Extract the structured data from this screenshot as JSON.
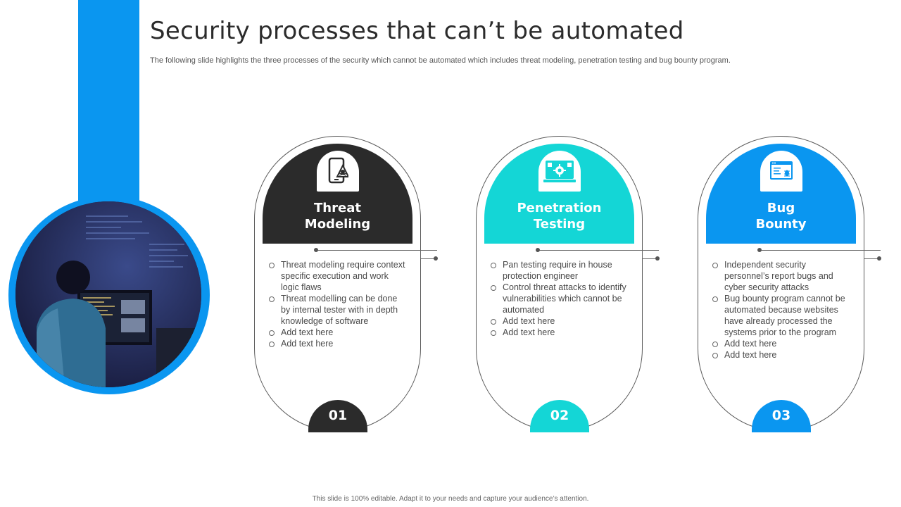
{
  "header": {
    "title": "Security processes that can’t  be automated",
    "subtitle": "The following slide highlights the three processes of the security which cannot be automated which includes threat modeling, penetration testing and bug bounty program."
  },
  "footer": "This slide is 100% editable. Adapt it to your needs and capture your audience’s attention.",
  "colors": {
    "accent": "#0a96f0",
    "dark": "#2b2b2b",
    "teal": "#14d6d6",
    "blue": "#0a96f0"
  },
  "cards": [
    {
      "title_line1": "Threat",
      "title_line2": "Modeling",
      "icon": "phone-skull-icon",
      "color": "#2b2b2b",
      "number": "01",
      "bullets": [
        "Threat modeling require context specific execution and work logic flaws",
        "Threat modelling can be done by internal tester with in depth knowledge of software",
        "Add text here",
        "Add text here"
      ]
    },
    {
      "title_line1": "Penetration",
      "title_line2": "Testing",
      "icon": "monitor-gear-icon",
      "color": "#14d6d6",
      "number": "02",
      "bullets": [
        "Pan testing require in house protection engineer",
        "Control threat attacks to identify vulnerabilities which cannot be automated",
        "Add text here",
        "Add text here"
      ]
    },
    {
      "title_line1": "Bug",
      "title_line2": "Bounty",
      "icon": "browser-bug-icon",
      "color": "#0a96f0",
      "number": "03",
      "bullets": [
        "Independent security personnel’s report bugs and cyber security attacks",
        "Bug bounty program cannot be automated because websites have already processed the systems prior to the program",
        "Add text here",
        "Add text here"
      ]
    }
  ]
}
